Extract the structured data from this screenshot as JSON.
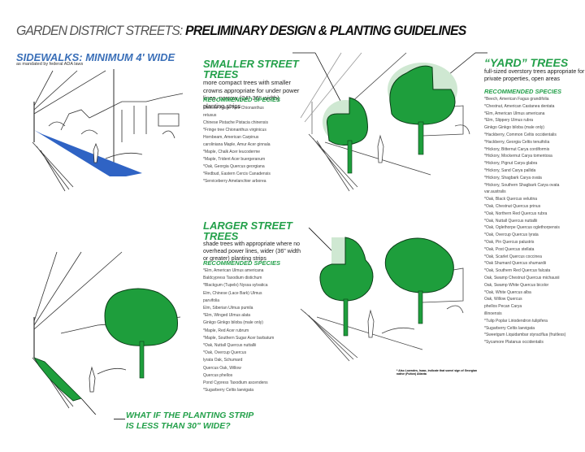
{
  "title": {
    "part1": "GARDEN DISTRICT STREETS:",
    "part2": " PRELIMINARY DESIGN & PLANTING  GUIDELINES"
  },
  "sidewalks": {
    "heading": "SIDEWALKS: MINIMUM 4' WIDE",
    "note": "as mandated by federal ADA laws",
    "sidewalk_color": "#2f63c4"
  },
  "smaller_trees": {
    "heading": "SMALLER STREET TREES",
    "description": "more compact trees with smaller crowns appropriate for under power lines, narrow (24\"-36\" width) planting strips",
    "recommended_label": "RECOMMENDED SPECIES",
    "species": [
      "Chinese Fringe Tree   Chionanthus",
      "retusus",
      "Chinese Pistache  Pistacia chinensis",
      "*Fringe tree Chionanthus virginicus",
      "Hornbeam, American  Carpinus",
      "caroliniana  Maple, Amur  Acer ginnala",
      "*Maple, Chalk  Acer leucoderme",
      "*Maple, Trident  Acer buergeranum",
      "*Oak, Georgia Quercus georgiana",
      "*Redbud, Eastern   Cercis Canadensis",
      "*Serviceberry  Amelanchier arborea"
    ]
  },
  "larger_trees": {
    "heading": "LARGER STREET TREES",
    "description": "shade trees with appropriate where no overhead power lines, wider (36\" width or greater) planting strips",
    "recommended_label": "RECOMMENDED SPECIES",
    "species": [
      "*Elm, American  Ulmus americana",
      "Baldcypress  Taxodium distichum",
      "*Blackgum (Tupelo)  Nyssa sylvatica",
      "Elm, Chinese (Lace Bark)  Ulmus",
      "parvifolia",
      "Elm, Siberian  Ulmus pumila",
      "*Elm, Winged  Ulmus alata",
      "Ginkgo   Ginkgo biloba (male only)",
      "*Maple, Red   Acer rubrum",
      "*Maple, Southern Sugar  Acer barbatum",
      "*Oak, Nuttall  Quercus nuttallii",
      "*Oak, Overcup Quercus",
      "lyrata  Oak, Schumard",
      "Quercus  Oak, Willow",
      "Quercus phellos",
      "Pond Cypress   Taxodium ascendens",
      "*Sugarberry   Celtis laevigata"
    ]
  },
  "yard_trees": {
    "heading": "“YARD” TREES",
    "description": "full-sized overstory trees appropriate for private properties, open areas",
    "recommended_label": "RECOMMENDED SPECIES",
    "species": [
      "*Beech, American  Fagus grandifolia",
      "*Chestnut, American  Castanea dentata",
      "*Elm, American  Ulmus americana",
      "*Elm, Slippery  Ulmus rubra",
      " Ginkgo   Ginkgo biloba (male only)",
      "*Hackberry, Common  Celtis occidentalis",
      "*Hackberry, Georgia   Celtis tenuifolia",
      "*Hickory, Bitternut  Carya cordiformis",
      "*Hickory, Mockernut  Carya tomentosa",
      "*Hickory, Pignut  Carya glabra",
      "*Hickory, Sand   Carya pallida",
      "*Hickory, Shagbark  Carya ovata",
      "*Hickory, Southern Shagbark   Carya ovata",
      "var.australis",
      "*Oak, Black  Quercus velutina",
      "*Oak, Chestnut   Quercus prinus",
      "*Oak, Northern Red   Quercus rubra",
      "*Oak, Nuttall  Quercus nuttallii",
      "*Oak, Oglethorpe  Quercus oglethorpensis",
      "*Oak, Overcup    Quercus lyrata",
      "*Oak, Pin  Quercus palustris",
      "*Oak, Post  Quercus stellata",
      "*Oak, Scarlet  Quercus coccinea",
      "*Oak Shumard    Quercus shumardii",
      "*Oak, Southern Red    Quercus falcata",
      " Oak, Swamp Chestnut   Quercus michauxii",
      " Oak, Swamp White  Quercus bicolor",
      "*Oak, White Quercus alba",
      " Oak, Willow Quercus",
      " phellos  Pecan    Carya",
      " illinoensis",
      "*Tulip Poplar  Liriodendron tulipifera",
      "*Sugarberry   Celtis laevigata",
      "*Sweetgum   Liquidambar styraciflua (fruitless)",
      "*Sycamore  Platanus occidentalis"
    ]
  },
  "footnote": "* Also Lowndes, Isaac, indicate that some/ sign of Georgian native (Fulton) Atlanta",
  "planting_strip_question": "WHAT IF THE PLANTING STRIP  IS LESS THAN 30\" WIDE?",
  "colors": {
    "green_accent": "#23a04a",
    "tree_green": "#1e9e3c",
    "tree_light": "#cfe8d2",
    "blue_accent": "#3a6fb8"
  }
}
